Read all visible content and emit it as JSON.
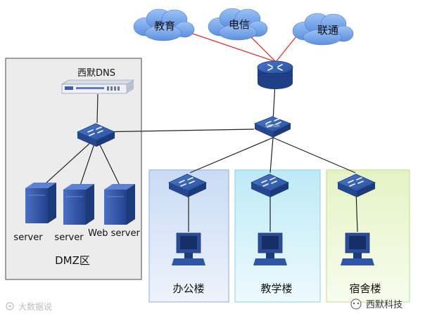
{
  "isps": [
    {
      "label": "教育"
    },
    {
      "label": "电信"
    },
    {
      "label": "联通"
    }
  ],
  "dmz": {
    "title": "DMZ区",
    "dns_label": "西默DNS",
    "servers": [
      {
        "label": "server"
      },
      {
        "label": "server"
      },
      {
        "label": "Web server"
      }
    ]
  },
  "core_switch_text": "SWITCH",
  "buildings": [
    {
      "label": "办公楼",
      "bg": "#dbe6f7"
    },
    {
      "label": "教学楼",
      "bg": "#d2f1f8"
    },
    {
      "label": "宿舍楼",
      "bg": "#eef7d6"
    }
  ],
  "colors": {
    "isp_link": "#e03030",
    "device_blue": "#2c55a8",
    "dmz_bg": "#ececec",
    "cloud": "#6fa0e8"
  },
  "watermark_left": "大数据说",
  "watermark_right": "西默科技"
}
